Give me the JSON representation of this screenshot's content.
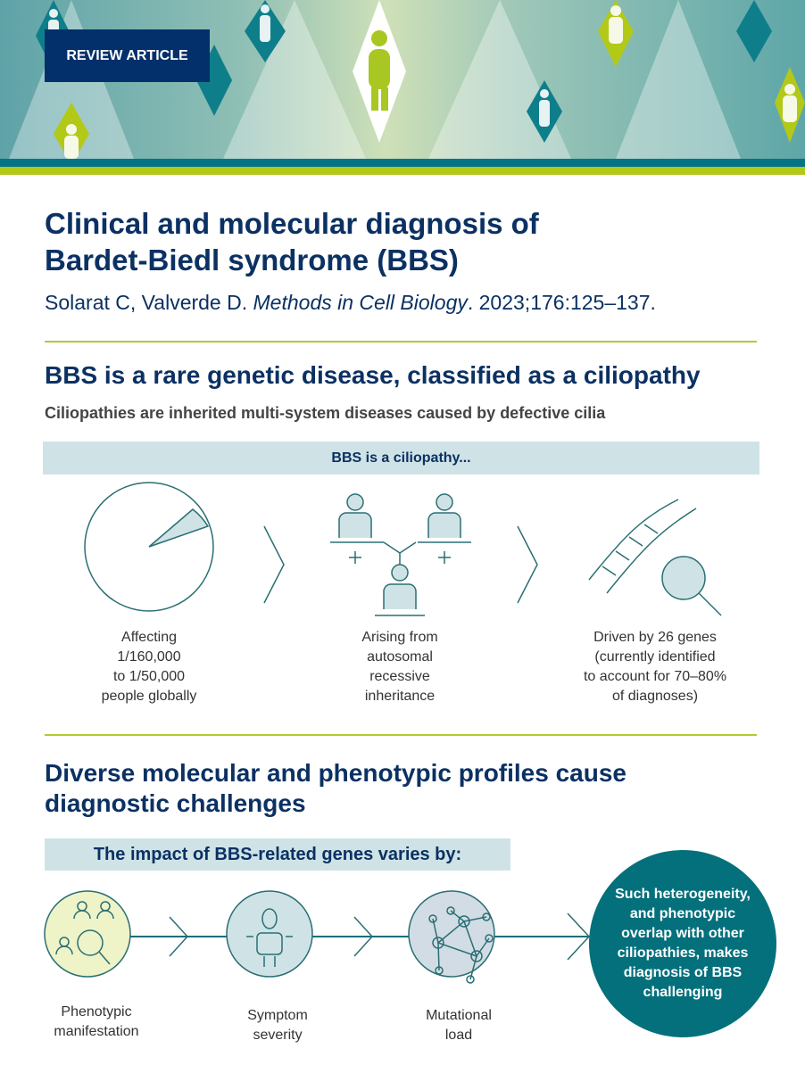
{
  "header": {
    "badge": "REVIEW ARTICLE"
  },
  "article": {
    "title_line1": "Clinical and molecular diagnosis of",
    "title_line2": "Bardet-Biedl syndrome (BBS)",
    "citation_authors": "Solarat C, Valverde D. ",
    "citation_journal": "Methods in Cell Biology",
    "citation_rest": ". 2023;176:125–137."
  },
  "section1": {
    "heading": "BBS is a rare genetic disease, classified as a ciliopathy",
    "subheading": "Ciliopathies are inherited multi-system diseases caused by defective cilia",
    "band": "BBS is a ciliopathy...",
    "items": [
      {
        "icon": "pie-chart-icon",
        "lines": [
          "Affecting",
          "1/160,000",
          "to 1/50,000",
          "people globally"
        ]
      },
      {
        "icon": "inheritance-icon",
        "lines": [
          "Arising from",
          "autosomal",
          "recessive",
          "inheritance"
        ]
      },
      {
        "icon": "dna-magnifier-icon",
        "lines": [
          "Driven by 26 genes",
          "(currently identified",
          "to account for 70–80%",
          "of diagnoses)"
        ]
      }
    ]
  },
  "section2": {
    "heading_line1": "Diverse molecular and phenotypic profiles cause",
    "heading_line2": "diagnostic challenges",
    "band": "The impact of BBS-related genes varies by:",
    "items": [
      {
        "icon": "people-search-icon",
        "lines": [
          "Phenotypic",
          "manifestation"
        ]
      },
      {
        "icon": "symptom-person-icon",
        "lines": [
          "Symptom",
          "severity"
        ]
      },
      {
        "icon": "network-icon",
        "lines": [
          "Mutational",
          "load"
        ]
      }
    ],
    "conclusion": "Such heterogeneity, and phenotypic overlap with other ciliopathies, makes diagnosis of BBS challenging"
  },
  "colors": {
    "navy": "#0b3163",
    "teal": "#04707c",
    "green": "#b2c918",
    "band": "#cfe3e6"
  }
}
